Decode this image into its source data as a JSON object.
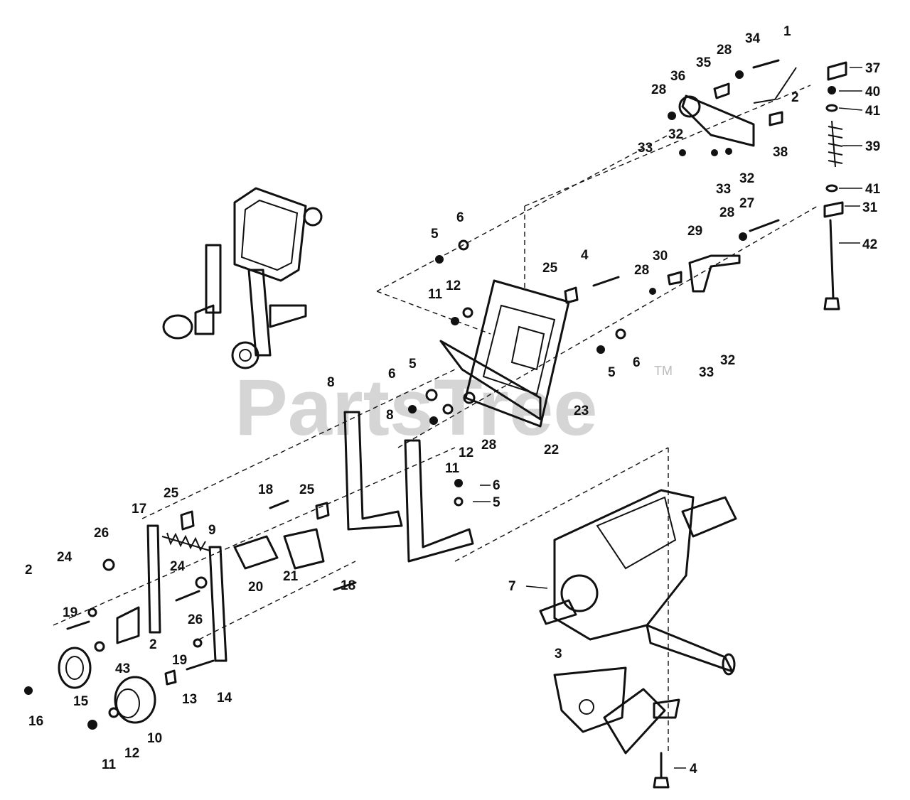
{
  "watermark": {
    "text": "PartsTree",
    "trademark": "TM"
  },
  "callouts": [
    "1",
    "2",
    "2",
    "2",
    "3",
    "4",
    "4",
    "5",
    "5",
    "5",
    "5",
    "6",
    "6",
    "6",
    "6",
    "7",
    "8",
    "8",
    "9",
    "10",
    "11",
    "11",
    "11",
    "12",
    "12",
    "12",
    "13",
    "14",
    "15",
    "16",
    "17",
    "18",
    "18",
    "19",
    "19",
    "20",
    "21",
    "22",
    "23",
    "24",
    "24",
    "25",
    "25",
    "25",
    "26",
    "26",
    "27",
    "28",
    "28",
    "28",
    "28",
    "28",
    "29",
    "30",
    "31",
    "32",
    "32",
    "32",
    "33",
    "33",
    "33",
    "34",
    "35",
    "36",
    "37",
    "38",
    "39",
    "40",
    "41",
    "41",
    "42",
    "43"
  ]
}
